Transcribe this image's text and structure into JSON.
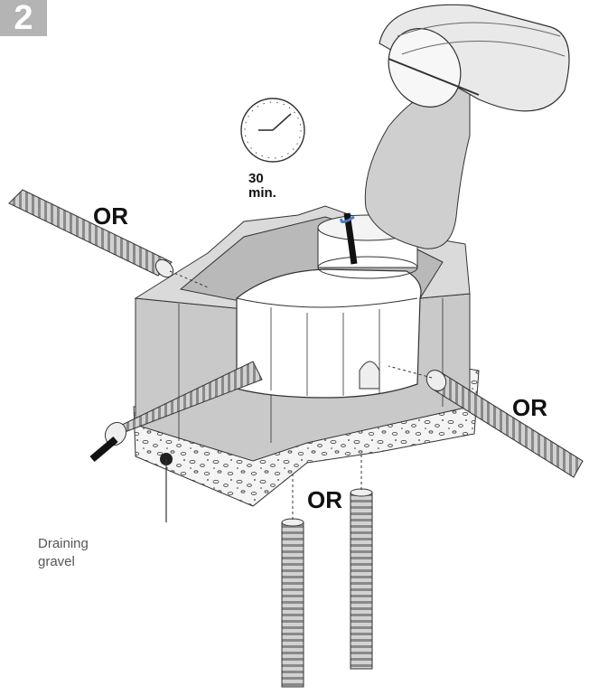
{
  "step_number": "2",
  "timer": {
    "value": "30",
    "unit": "min."
  },
  "options": {
    "top_left": "OR",
    "right": "OR",
    "bottom": "OR"
  },
  "caption": {
    "line1": "Draining",
    "line2": "gravel"
  },
  "colors": {
    "concrete": "#c9c9c9",
    "concrete_dark": "#a8a8a8",
    "box": "#ffffff",
    "pipe": "#9a9a9a",
    "badge": "#b4b4b4"
  }
}
